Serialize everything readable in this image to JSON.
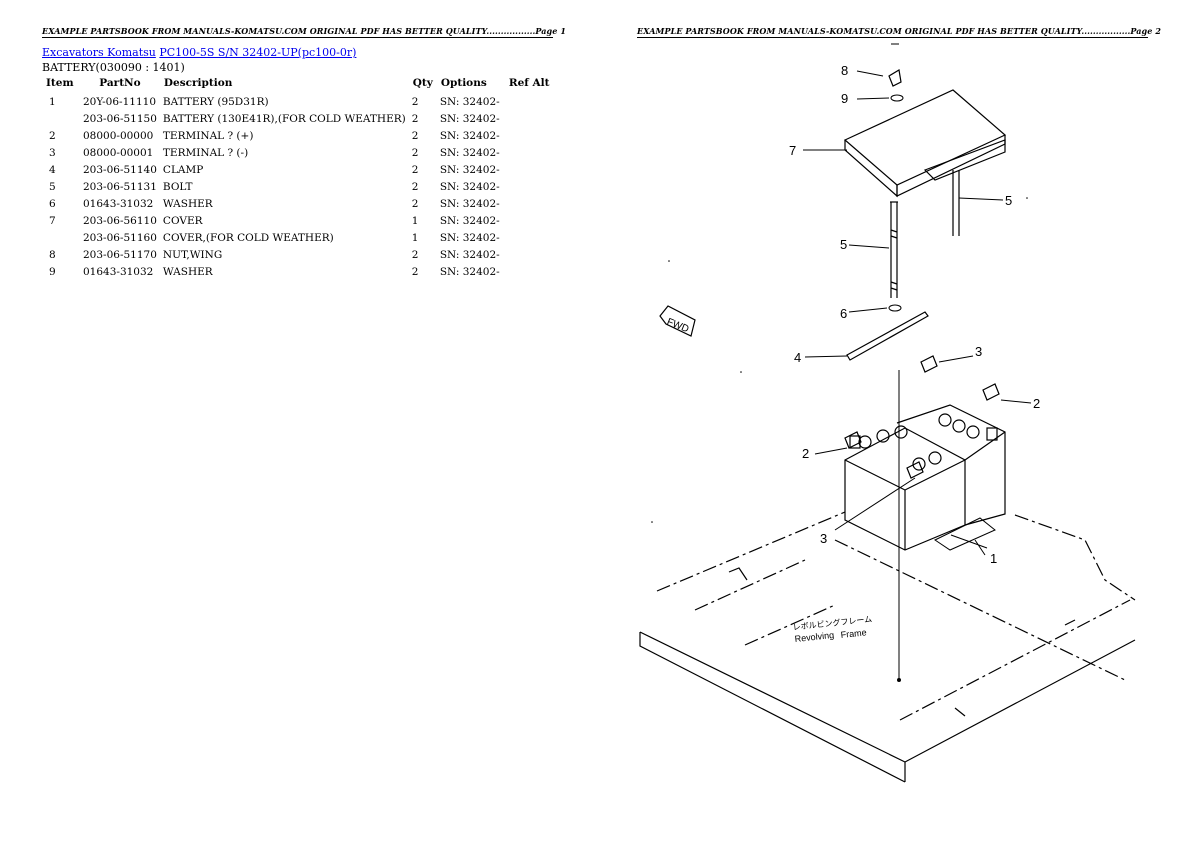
{
  "page1": {
    "header": "EXAMPLE PARTSBOOK FROM MANUALS-KOMATSU.COM ORIGINAL PDF HAS BETTER QUALITY.................Page 1",
    "breadcrumb": {
      "link1": "Excavators Komatsu",
      "link2": "PC100-5S S/N 32402-UP(pc100-0r)"
    },
    "section_title": "BATTERY(030090 : 1401)",
    "columns": [
      "Item",
      "PartNo",
      "Description",
      "Qty",
      "Options",
      "Ref Alt"
    ],
    "rows": [
      {
        "item": "1",
        "partno": "20Y-06-11110",
        "desc": "BATTERY (95D31R)",
        "qty": "2",
        "options": "SN: 32402-",
        "ref": ""
      },
      {
        "item": "",
        "partno": "203-06-51150",
        "desc": "BATTERY (130E41R),(FOR COLD WEATHER)",
        "qty": "2",
        "options": "SN: 32402-",
        "ref": ""
      },
      {
        "item": "2",
        "partno": "08000-00000",
        "desc": "TERMINAL ? (+)",
        "qty": "2",
        "options": "SN: 32402-",
        "ref": ""
      },
      {
        "item": "3",
        "partno": "08000-00001",
        "desc": "TERMINAL ? (-)",
        "qty": "2",
        "options": "SN: 32402-",
        "ref": ""
      },
      {
        "item": "4",
        "partno": "203-06-51140",
        "desc": "CLAMP",
        "qty": "2",
        "options": "SN: 32402-",
        "ref": ""
      },
      {
        "item": "5",
        "partno": "203-06-51131",
        "desc": "BOLT",
        "qty": "2",
        "options": "SN: 32402-",
        "ref": ""
      },
      {
        "item": "6",
        "partno": "01643-31032",
        "desc": "WASHER",
        "qty": "2",
        "options": "SN: 32402-",
        "ref": ""
      },
      {
        "item": "7",
        "partno": "203-06-56110",
        "desc": "COVER",
        "qty": "1",
        "options": "SN: 32402-",
        "ref": ""
      },
      {
        "item": "",
        "partno": "203-06-51160",
        "desc": "COVER,(FOR COLD WEATHER)",
        "qty": "1",
        "options": "SN: 32402-",
        "ref": ""
      },
      {
        "item": "8",
        "partno": "203-06-51170",
        "desc": "NUT,WING",
        "qty": "2",
        "options": "SN: 32402-",
        "ref": ""
      },
      {
        "item": "9",
        "partno": "01643-31032",
        "desc": "WASHER",
        "qty": "2",
        "options": "SN: 32402-",
        "ref": ""
      }
    ]
  },
  "page2": {
    "header": "EXAMPLE PARTSBOOK FROM MANUALS-KOMATSU.COM ORIGINAL PDF HAS BETTER QUALITY.................Page 2",
    "diagram": {
      "callouts": {
        "c1": "1",
        "c2a": "2",
        "c2b": "2",
        "c3a": "3",
        "c3b": "3",
        "c4": "4",
        "c5a": "5",
        "c5b": "5",
        "c6": "6",
        "c7": "7",
        "c8": "8",
        "c9": "9"
      },
      "fwd_label": "FWD",
      "frame_label_jp": "レボルビングフレーム",
      "frame_label_en1": "Revolving",
      "frame_label_en2": "Frame"
    }
  }
}
